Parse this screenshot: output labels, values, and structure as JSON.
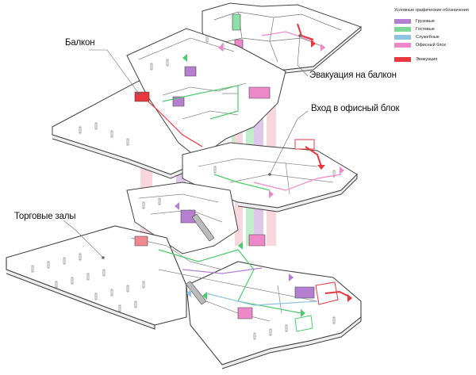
{
  "legend": {
    "title": "Условные графические обозначения",
    "items": [
      {
        "label": "Грузовые",
        "color": "#b57fd0"
      },
      {
        "label": "Гостевые",
        "color": "#7ed996"
      },
      {
        "label": "Служебные",
        "color": "#8ec3e3"
      },
      {
        "label": "Офисный блок",
        "color": "#ee89c9"
      }
    ],
    "evacuation": {
      "label": "Эвакуация",
      "color": "#e8383f"
    }
  },
  "callouts": {
    "balcony": "Балкон",
    "evac_balcony": "Эвакуация на балкон",
    "office_entry": "Вход в офисный блок",
    "trade_halls": "Торговые залы"
  },
  "colors": {
    "outline": "#444444",
    "freight": "#b57fd0",
    "guest": "#4ccb6c",
    "service": "#8ec3e3",
    "office": "#ee89c9",
    "evacuation": "#e8383f",
    "shaft_pink": "#f4b7c0",
    "shaft_purple": "#c59ad8",
    "shaft_green": "#8fe0a6"
  }
}
